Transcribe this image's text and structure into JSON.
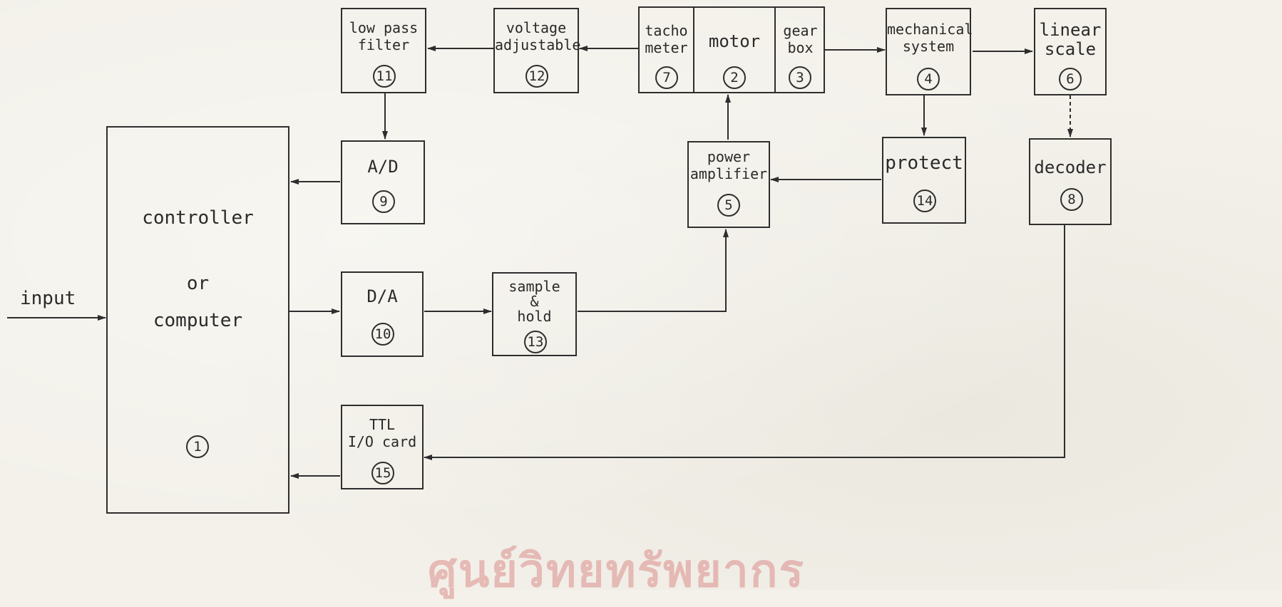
{
  "input_label": "input",
  "watermark_text": "ศูนย์วิทยทรัพยากร",
  "blocks": {
    "controller": {
      "line1": "controller",
      "line2": "or",
      "line3": "computer",
      "number": "1"
    },
    "motor": {
      "label": "motor",
      "number": "2"
    },
    "gearbox": {
      "label": "gear\nbox",
      "number": "3"
    },
    "mechanical": {
      "label": "mechanical\nsystem",
      "number": "4"
    },
    "power_amp": {
      "label": "power\namplifier",
      "number": "5"
    },
    "linear_scale": {
      "label": "linear\nscale",
      "number": "6"
    },
    "tachometer": {
      "label": "tacho\nmeter",
      "number": "7"
    },
    "decoder": {
      "label": "decoder",
      "number": "8"
    },
    "ad": {
      "label": "A/D",
      "number": "9"
    },
    "da": {
      "label": "D/A",
      "number": "10"
    },
    "lowpass": {
      "label": "low pass\nfilter",
      "number": "11"
    },
    "voltage": {
      "label": "voltage\nadjustable",
      "number": "12"
    },
    "sample_hold": {
      "label": "sample\n&\nhold",
      "number": "13"
    },
    "protect": {
      "label": "protect",
      "number": "14"
    },
    "ttl": {
      "label": "TTL\nI/O card",
      "number": "15"
    }
  },
  "colors": {
    "ink": "#2e2e2e",
    "paper": "#f3f1ea",
    "watermark": "#d67878"
  }
}
